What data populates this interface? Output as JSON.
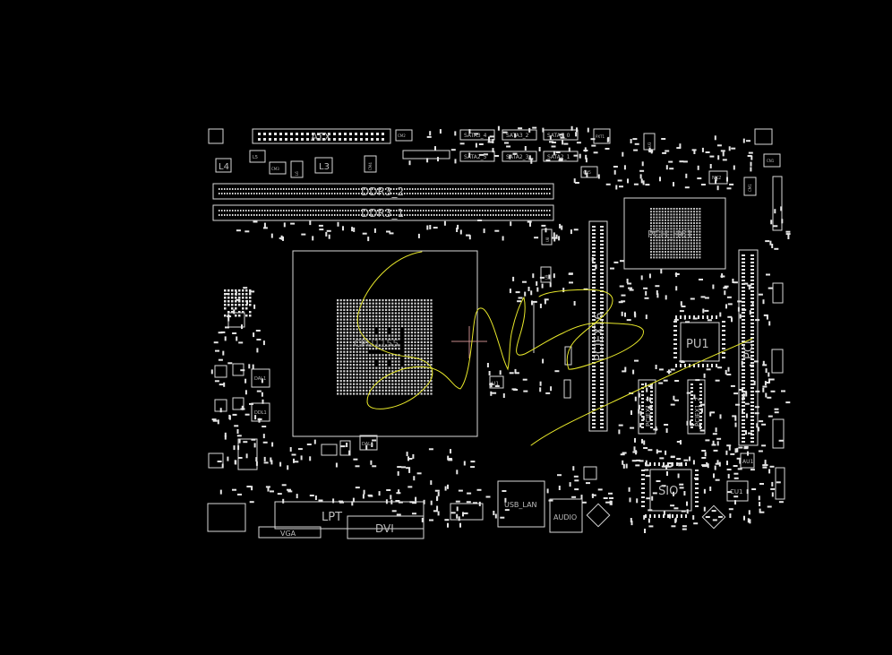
{
  "colors": {
    "background": "#000000",
    "silkscreen": "#d8d8d8",
    "label": "#bdbdbd",
    "pad": "#e6e6e6",
    "annotation": "#e8e82a",
    "cursor": "#c48a8a"
  },
  "labels": {
    "atx": "ATX",
    "sata1": "SATA3_4",
    "sata2": "SATA3_2",
    "sata3": "SATA3_0",
    "sata4": "SATA2_5",
    "sata5": "SATA2_3",
    "sata6": "SATA2_1",
    "ddr3_2": "DDR3_2",
    "ddr3_1": "DDR3_1",
    "l4": "L4",
    "l3": "L3",
    "pch": "PCH_H61",
    "pciex16": "PCIEX16",
    "pu1": "PU1",
    "pci": "PCI",
    "pciex1_1": "PCIEX1_1",
    "pciex1_2": "PCIEX1_2",
    "sio": "SIO",
    "cu1": "CU1",
    "au1": "AU1",
    "lpt": "LPT",
    "vga": "VGA",
    "dvi": "DVI",
    "usb_lan": "USB_LAN",
    "audio": "AUDIO",
    "u1": "U1",
    "dal1": "DAL1",
    "ddl1": "DDL1",
    "cpu": "CPU1155"
  },
  "small_labels": {
    "cm2": "CM2",
    "l5": "L5",
    "cm3": "CM3",
    "l6": "L6",
    "cm4": "CM4",
    "cm5": "CM5",
    "pxt1": "PXT1",
    "u3": "U3",
    "nx2": "NX2",
    "cm1": "CM1",
    "cn1": "CN1",
    "u8": "U8",
    "u9": "U9"
  }
}
